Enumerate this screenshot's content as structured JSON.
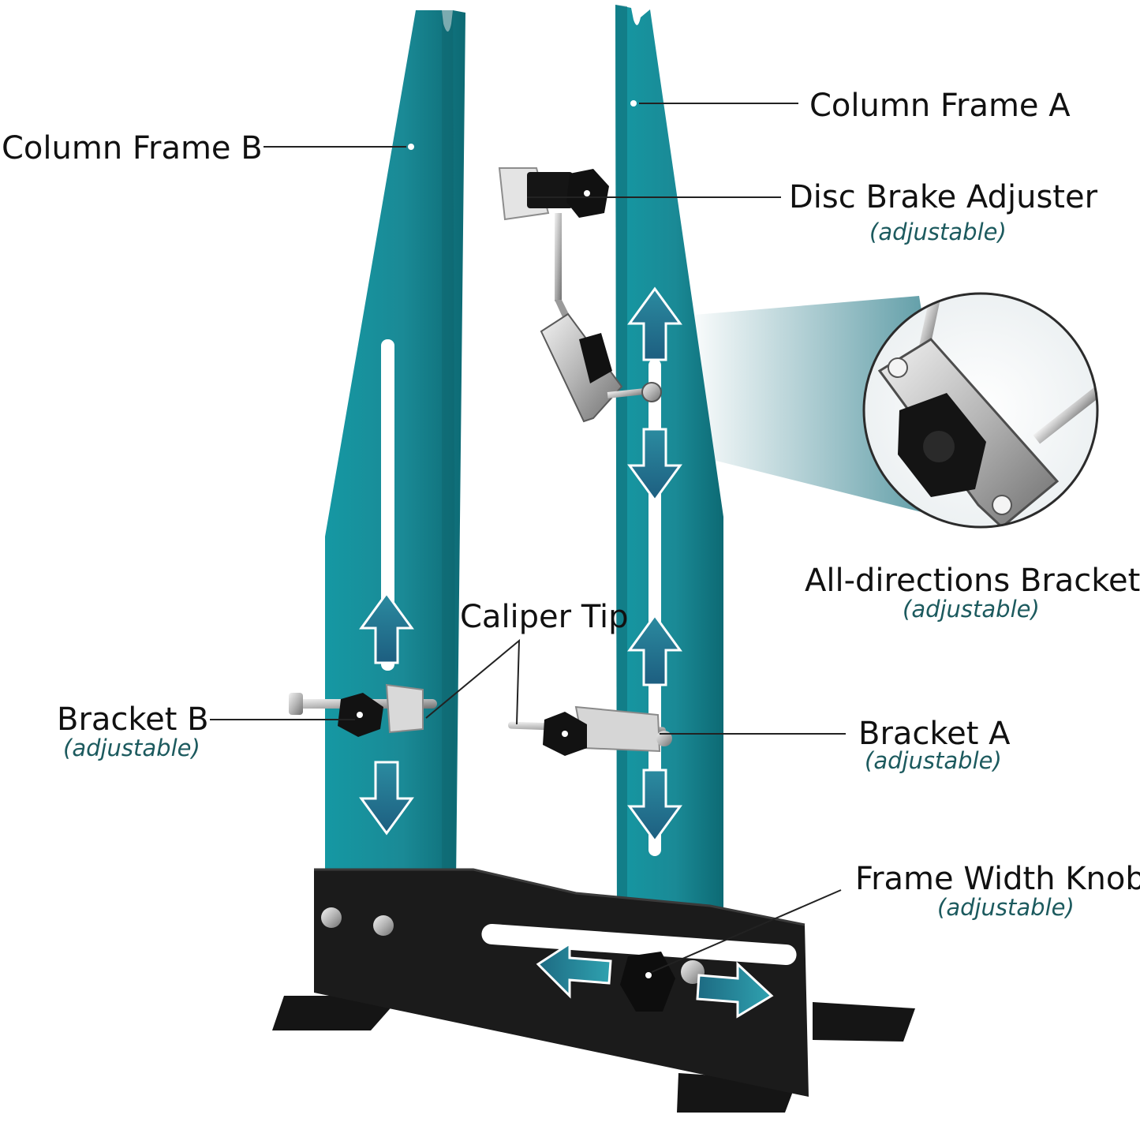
{
  "labels": {
    "column_frame_a": "Column Frame A",
    "column_frame_b": "Column Frame B",
    "disc_brake_adjuster": "Disc Brake Adjuster",
    "all_directions_bracket": "All-directions Bracket",
    "caliper_tip": "Caliper Tip",
    "bracket_b": "Bracket B",
    "bracket_a": "Bracket A",
    "frame_width_knob": "Frame Width Knob",
    "adjustable": "(adjustable)"
  },
  "colors": {
    "column": "#1a8a96",
    "column_dark": "#0f6670",
    "base": "#1b1b1b",
    "arrow": "#2a8ea0",
    "subtext": "#1c5a5e"
  },
  "icons": {
    "direction_arrows": "double-headed-arrow-icon",
    "knob": "star-knob-icon",
    "screw": "screw-icon"
  }
}
